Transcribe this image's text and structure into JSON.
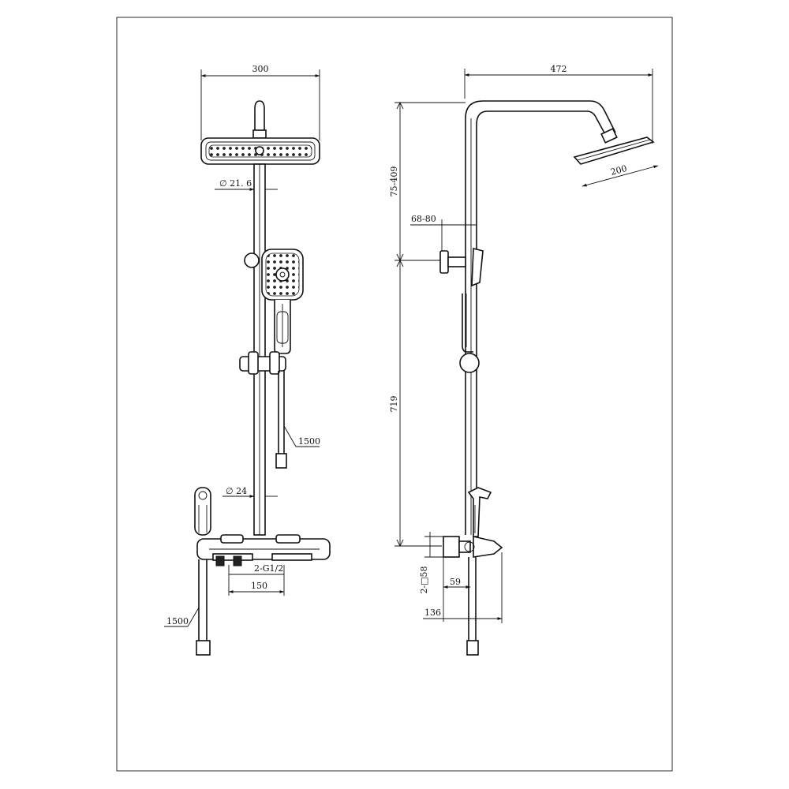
{
  "drawing": {
    "front_view": {
      "top_width": "300",
      "pipe_dia_upper": "∅ 21. 6",
      "pipe_dia_lower": "∅ 24",
      "hand_hose": "1500",
      "bidet_hose": "1500",
      "inlet": "2-G1/2",
      "inlet_spacing": "150"
    },
    "side_view": {
      "arm_reach": "472",
      "head_size": "200",
      "height_adjust": "75-409",
      "bracket_offset": "68-80",
      "main_height": "719",
      "valve_square": "2-□58",
      "valve_depth": "59",
      "total_depth": "136"
    }
  }
}
